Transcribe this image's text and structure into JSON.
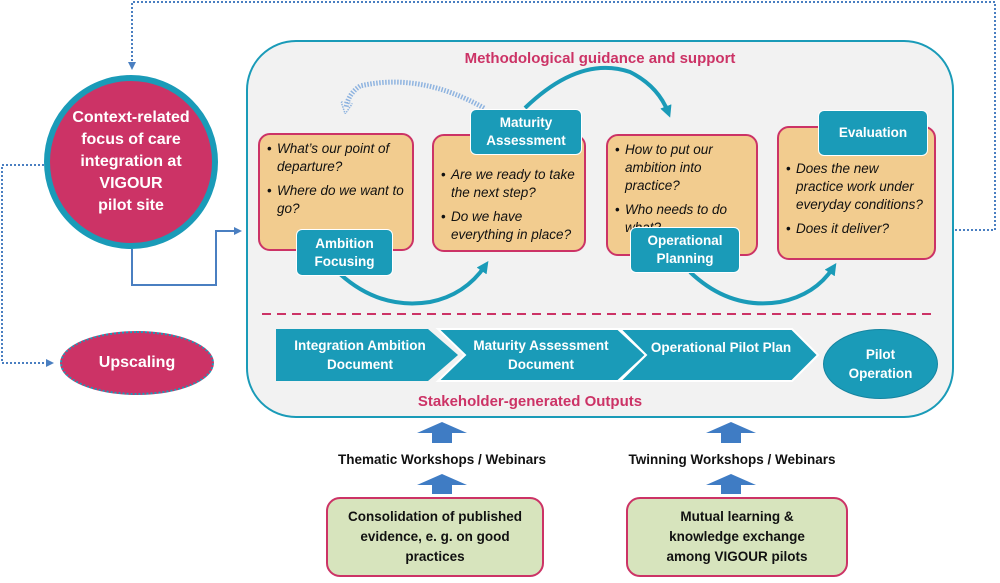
{
  "colors": {
    "teal": "#1a9bb8",
    "magenta": "#cc3366",
    "question_box_fill": "#f2cc8f",
    "green_box_fill": "#d7e4bd",
    "panel_fill": "#f2f2f2",
    "connector_blue": "#4a7fc1"
  },
  "context_node": {
    "lines": [
      "Context-related",
      "focus of care",
      "integration at",
      "VIGOUR",
      "pilot site"
    ]
  },
  "upscaling_node": {
    "label": "Upscaling"
  },
  "main_panel": {
    "top_title": "Methodological guidance and support",
    "bottom_title": "Stakeholder-generated Outputs"
  },
  "phases": [
    {
      "tag": [
        "Ambition",
        "Focusing"
      ],
      "questions": [
        "What’s our point of departure?",
        "Where do we want to go?"
      ]
    },
    {
      "tag": [
        "Maturity",
        "Assessment"
      ],
      "questions": [
        "Are we ready to take the next step?",
        "Do we have everything in place?"
      ]
    },
    {
      "tag": [
        "Operational",
        "Planning"
      ],
      "questions": [
        "How to put our ambition into practice?",
        "Who needs to do what?"
      ]
    },
    {
      "tag": [
        "Evaluation"
      ],
      "questions": [
        "Does the new practice work under everyday conditions?",
        "Does it deliver?"
      ]
    }
  ],
  "outputs": [
    {
      "lines": [
        "Integration Ambition",
        "Document"
      ]
    },
    {
      "lines": [
        "Maturity Assessment",
        "Document"
      ]
    },
    {
      "lines": [
        "Operational Pilot Plan"
      ]
    }
  ],
  "pilot_operation": {
    "lines": [
      "Pilot",
      "Operation"
    ]
  },
  "inputs": [
    {
      "workshop_label": "Thematic Workshops / Webinars",
      "source_lines": [
        "Consolidation of published",
        "evidence, e. g. on good",
        "practices"
      ]
    },
    {
      "workshop_label": "Twinning Workshops / Webinars",
      "source_lines": [
        "Mutual learning &",
        "knowledge exchange",
        "among VIGOUR pilots"
      ]
    }
  ]
}
